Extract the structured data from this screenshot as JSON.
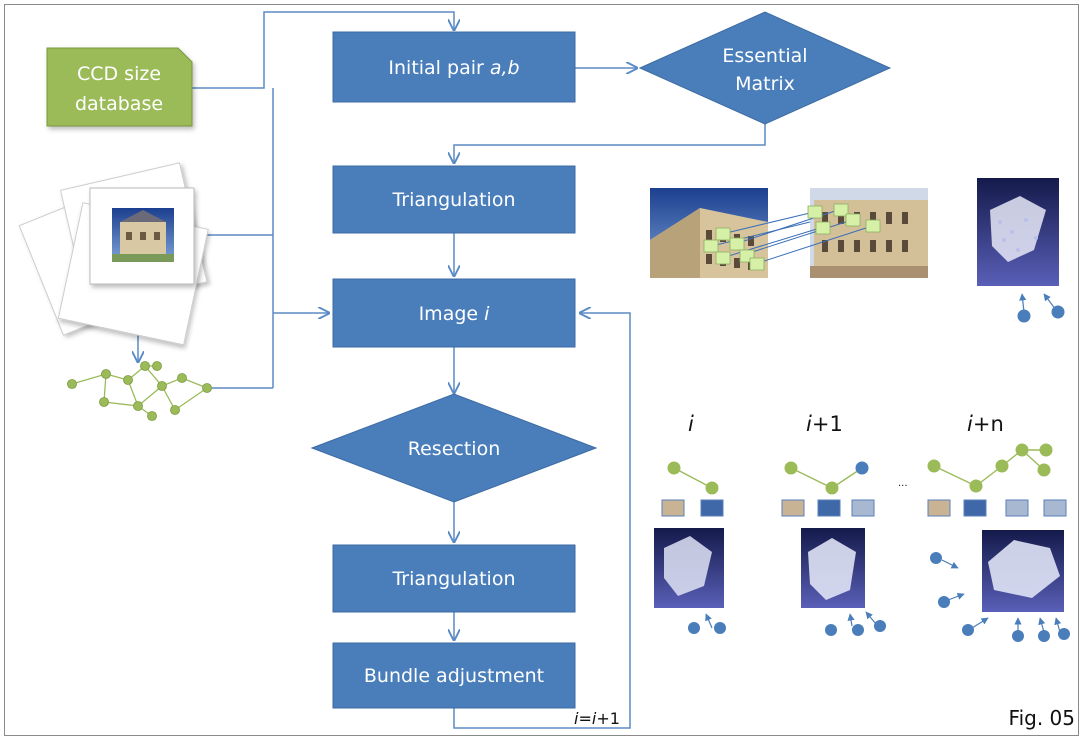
{
  "diagram": {
    "colors": {
      "box_fill": "#4a7ebb",
      "box_stroke": "#3d6ba3",
      "arrow": "#5b8bc4",
      "ccd_fill": "#9bbb59",
      "graph_node": "#9bbb59",
      "camera_node": "#4a7ebb"
    },
    "nodes": {
      "ccd": {
        "line1": "CCD size",
        "line2": "database"
      },
      "initial_pair": {
        "prefix": "Initial pair ",
        "vars": "a,b"
      },
      "essential": {
        "line1": "Essential",
        "line2": "Matrix"
      },
      "triangulation1": "Triangulation",
      "image_i": {
        "prefix": "Image ",
        "var": "i"
      },
      "resection": "Resection",
      "triangulation2": "Triangulation",
      "bundle": "Bundle adjustment"
    },
    "loop_label": {
      "v1": "i",
      "eq": "=",
      "v2": "i",
      "plus": "+1"
    },
    "steps": [
      {
        "var": "i",
        "suffix": ""
      },
      {
        "var": "i",
        "suffix": "+1"
      },
      {
        "var": "i",
        "suffix": "+n"
      }
    ],
    "ellipsis": "...",
    "figure_label": "Fig. 05"
  }
}
